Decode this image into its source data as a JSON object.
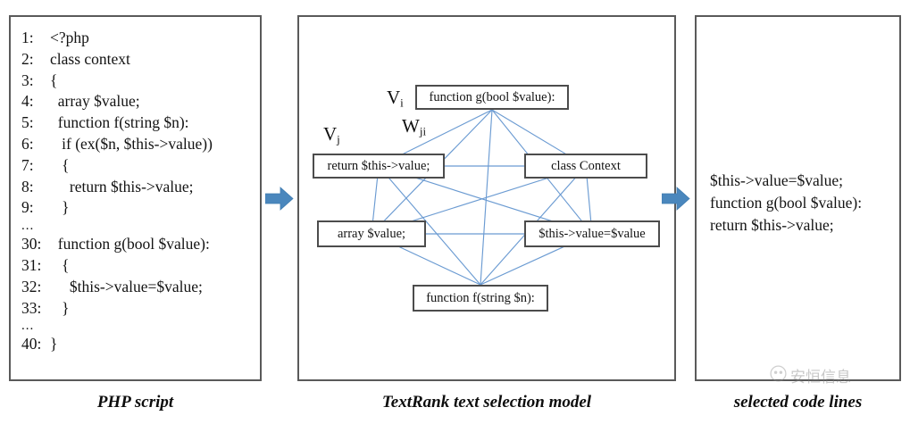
{
  "panels": {
    "php": {
      "caption": "PHP script",
      "lines": [
        {
          "no": "1:",
          "text": "<?php"
        },
        {
          "no": "2:",
          "text": "class context"
        },
        {
          "no": "3:",
          "text": "{"
        },
        {
          "no": "4:",
          "text": "  array $value;"
        },
        {
          "no": "5:",
          "text": "  function f(string $n):"
        },
        {
          "no": "6:",
          "text": "   if (ex($n, $this->value))"
        },
        {
          "no": "7:",
          "text": "   {"
        },
        {
          "no": "8:",
          "text": "     return $this->value;"
        },
        {
          "no": "9:",
          "text": "   }"
        },
        {
          "no": "",
          "text": "...",
          "ellipsis": true
        },
        {
          "no": "30:",
          "text": "  function g(bool $value):"
        },
        {
          "no": "31:",
          "text": "   {"
        },
        {
          "no": "32:",
          "text": "     $this->value=$value;"
        },
        {
          "no": "33:",
          "text": "   }"
        },
        {
          "no": "",
          "text": "...",
          "ellipsis": true
        },
        {
          "no": "40:",
          "text": "}"
        }
      ]
    },
    "graph": {
      "caption": "TextRank text selection model",
      "nodes": [
        {
          "id": "vi",
          "label": "function g(bool $value):"
        },
        {
          "id": "vj",
          "label": "return $this->value;"
        },
        {
          "id": "cc",
          "label": "class Context"
        },
        {
          "id": "av",
          "label": "array $value;"
        },
        {
          "id": "tv",
          "label": "$this->value=$value"
        },
        {
          "id": "ff",
          "label": "function f(string $n):"
        }
      ],
      "annotations": {
        "vi": {
          "symbol": "V",
          "sub": "i"
        },
        "vj": {
          "symbol": "V",
          "sub": "j"
        },
        "wji": {
          "symbol": "W",
          "sub": "ji"
        }
      },
      "edge_color": "#6b9bd2"
    },
    "selected": {
      "caption": "selected code lines",
      "lines": [
        "$this->value=$value;",
        "function g(bool $value):",
        "return $this->value;"
      ]
    }
  },
  "arrows": {
    "color": "#4a87bd",
    "first_name": "arrow-php-to-graph",
    "second_name": "arrow-graph-to-selected"
  },
  "watermark": {
    "text": "安恒信息"
  }
}
